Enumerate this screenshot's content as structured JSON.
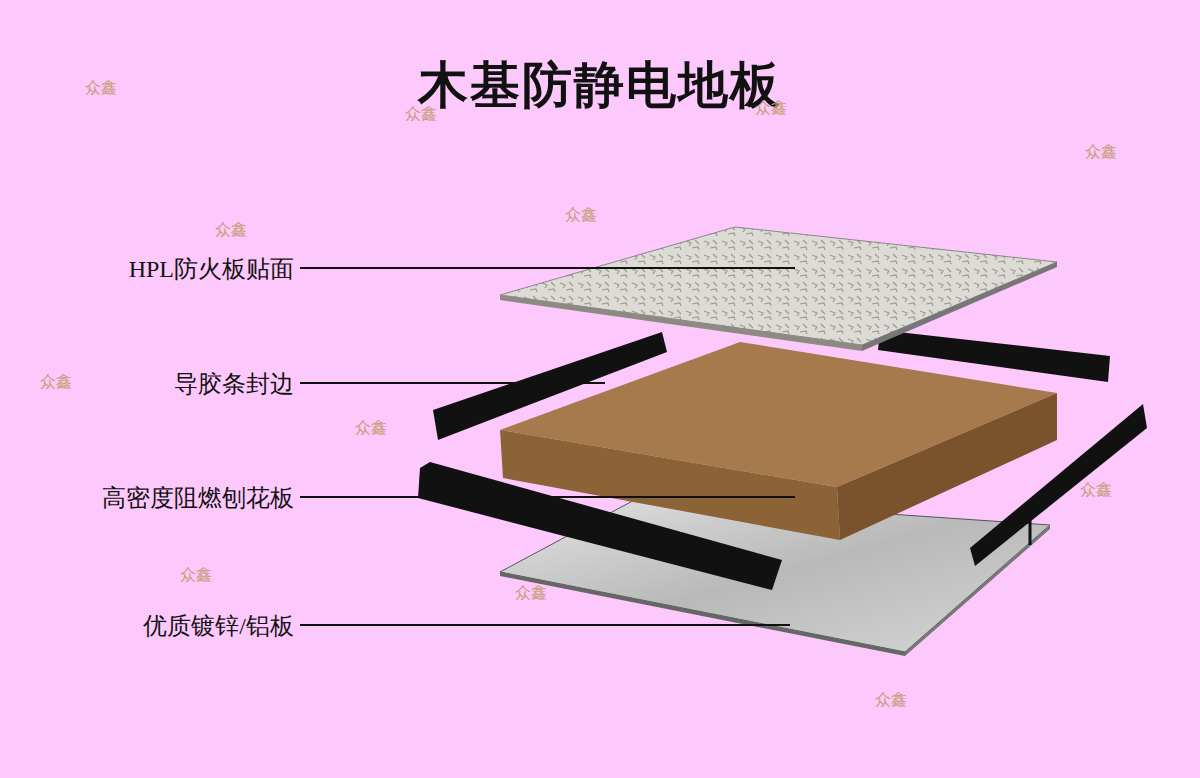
{
  "diagram": {
    "title": "木基防静电地板",
    "labels": [
      "HPL防火板贴面",
      "导胶条封边",
      "高密度阻燃刨花板",
      "优质镀锌/铝板",
      "众鑫",
      "众鑫",
      "众鑫",
      "众鑫",
      "众鑫",
      "众鑫",
      "众鑫",
      "众鑫",
      "众鑫",
      "众鑫",
      "众鑫",
      "众鑫"
    ]
  }
}
